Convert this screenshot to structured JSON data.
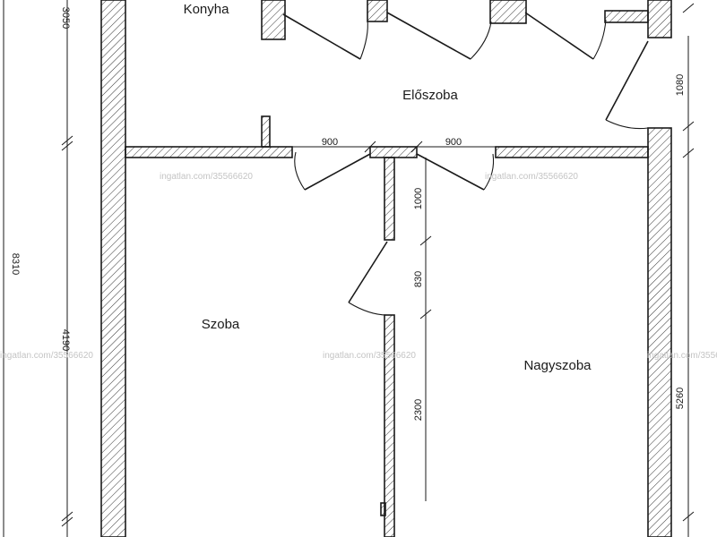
{
  "rooms": {
    "kitchen": "Konyha",
    "hall": "Előszoba",
    "room": "Szoba",
    "living": "Nagyszoba"
  },
  "dimensions": {
    "kitchen_depth": "3050",
    "entry_door": "1080",
    "total_length": "8310",
    "room_length": "4190",
    "living_length": "5260",
    "door_left": "900",
    "door_right": "900",
    "wall_seg_top": "1000",
    "wall_door": "830",
    "wall_seg_bottom": "2300"
  },
  "watermark": "ingatlan.com/35566620"
}
